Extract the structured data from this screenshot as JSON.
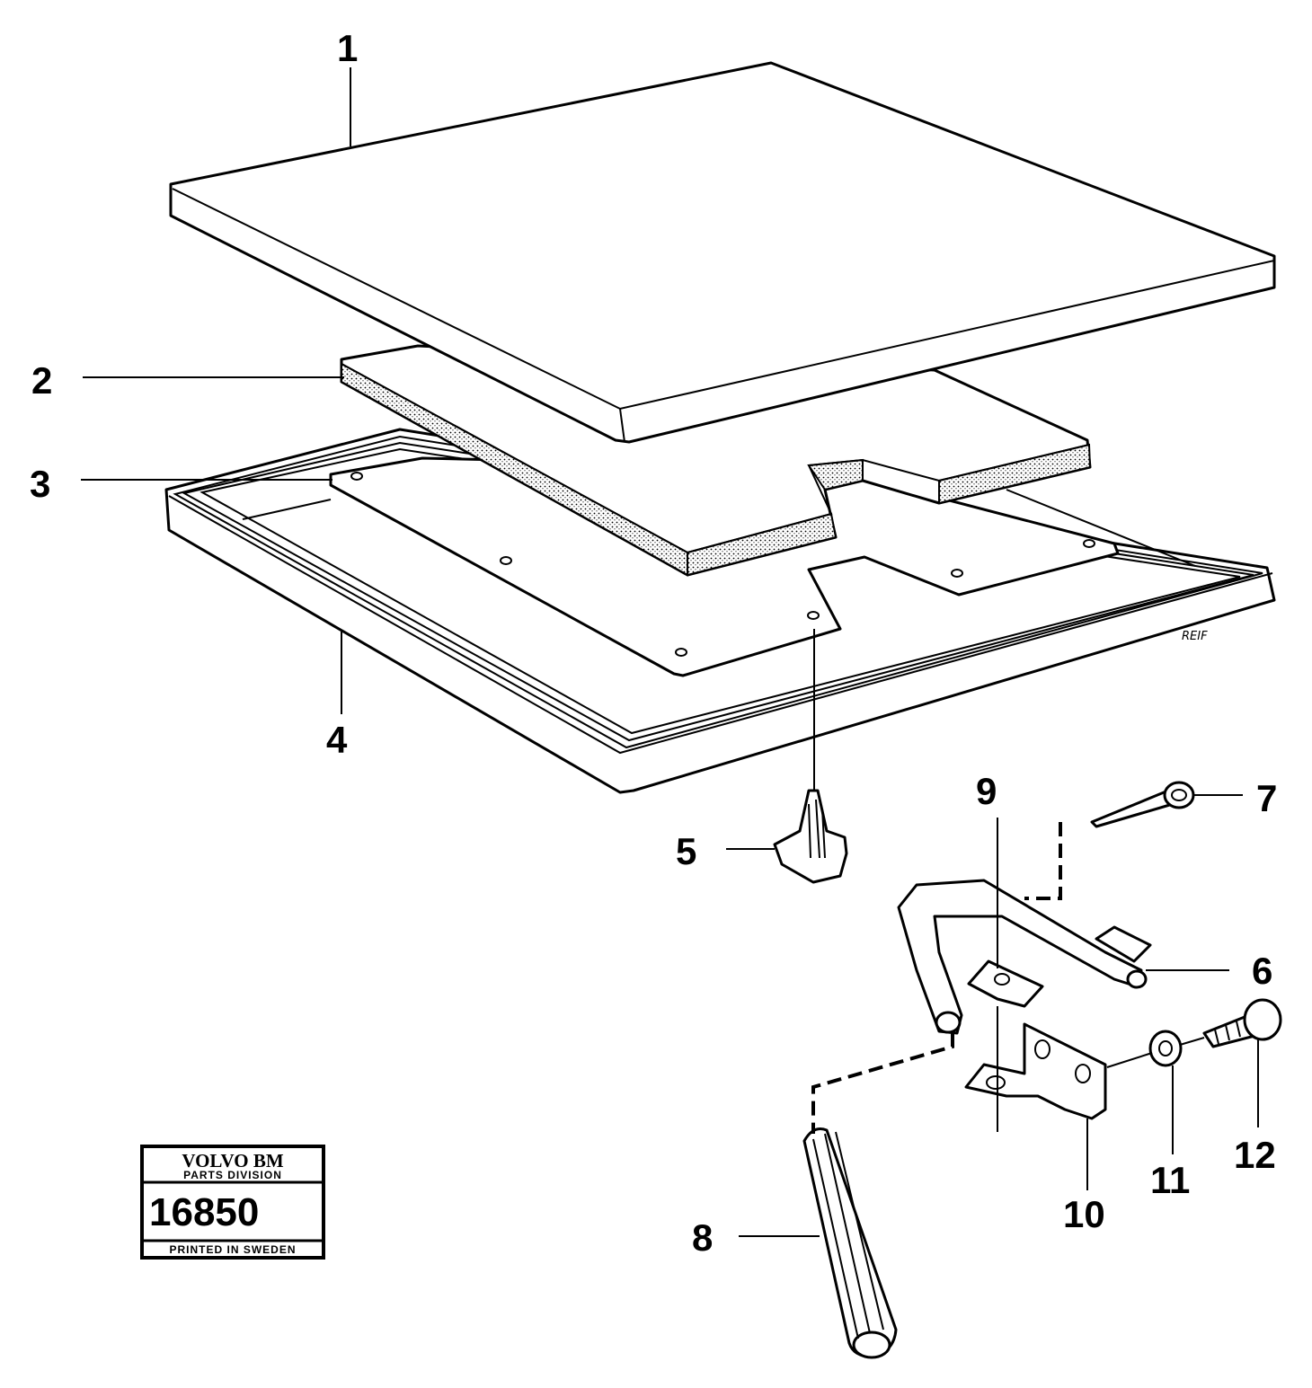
{
  "callouts": [
    {
      "label": "1"
    },
    {
      "label": "2"
    },
    {
      "label": "3"
    },
    {
      "label": "4"
    },
    {
      "label": "5"
    },
    {
      "label": "6"
    },
    {
      "label": "7"
    },
    {
      "label": "8"
    },
    {
      "label": "9"
    },
    {
      "label": "10"
    },
    {
      "label": "11"
    },
    {
      "label": "12"
    }
  ],
  "badge": {
    "brand": "VOLVO BM",
    "division": "PARTS DIVISION",
    "number": "16850",
    "footer": "PRINTED IN SWEDEN"
  },
  "artist_signature": "REIF"
}
